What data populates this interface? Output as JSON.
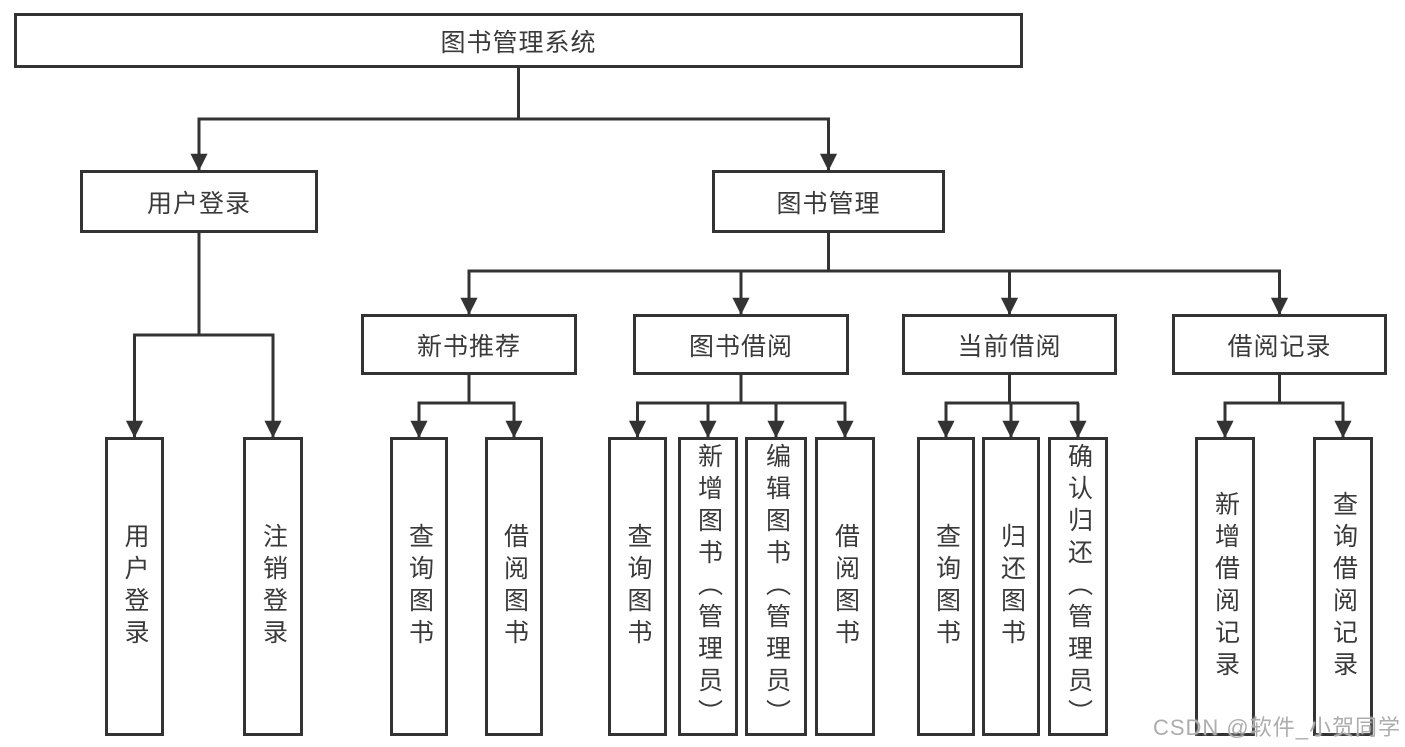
{
  "diagram": {
    "tree": {
      "root": {
        "label": "图书管理系统"
      },
      "children": [
        {
          "label": "用户登录",
          "children": [
            {
              "label": "用户登录"
            },
            {
              "label": "注销登录"
            }
          ]
        },
        {
          "label": "图书管理",
          "children": [
            {
              "label": "新书推荐",
              "children": [
                {
                  "label": "查询图书"
                },
                {
                  "label": "借阅图书"
                }
              ]
            },
            {
              "label": "图书借阅",
              "children": [
                {
                  "label": "查询图书"
                },
                {
                  "label": "新增图书（管理员）"
                },
                {
                  "label": "编辑图书（管理员）"
                },
                {
                  "label": "借阅图书"
                }
              ]
            },
            {
              "label": "当前借阅",
              "children": [
                {
                  "label": "查询图书"
                },
                {
                  "label": "归还图书"
                },
                {
                  "label": "确认归还（管理员）"
                }
              ]
            },
            {
              "label": "借阅记录",
              "children": [
                {
                  "label": "新增借阅记录"
                },
                {
                  "label": "查询借阅记录"
                }
              ]
            }
          ]
        }
      ]
    },
    "watermark": {
      "text": "CSDN @软件_小贺同学"
    },
    "colors": {
      "line": "#333333",
      "box_border": "#333333",
      "text": "#3a3a3a",
      "watermark": "#adadad",
      "background": "#ffffff"
    }
  }
}
